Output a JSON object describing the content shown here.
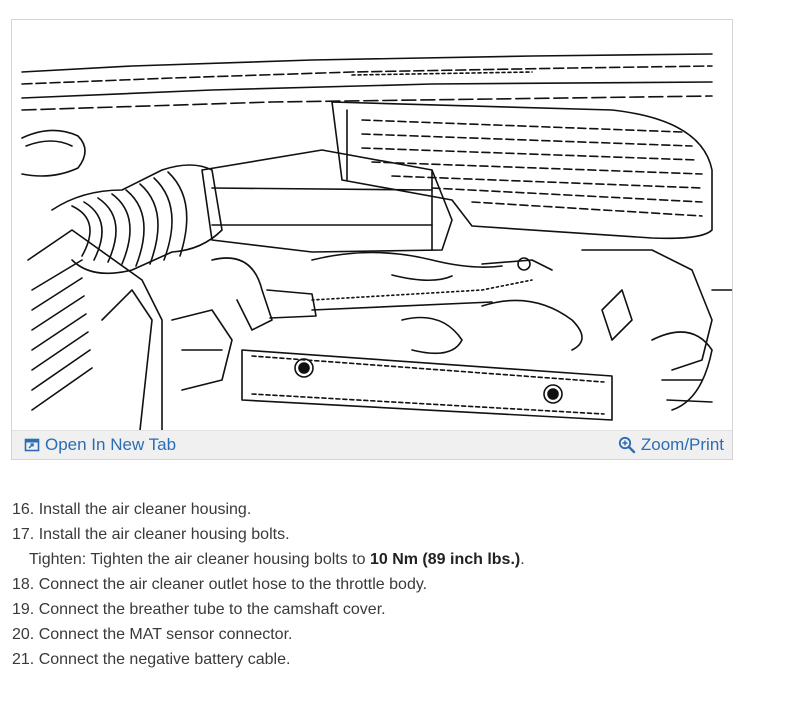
{
  "figure": {
    "open_tab_label": "Open In New Tab",
    "zoom_label": "Zoom/Print",
    "icons": {
      "open_tab": "open-in-new-tab-icon",
      "zoom": "magnifier-icon"
    },
    "link_color": "#2a6db5"
  },
  "steps": [
    {
      "num": "16.",
      "text": "Install the air cleaner housing."
    },
    {
      "num": "17.",
      "text": "Install the air cleaner housing bolts."
    },
    {
      "tighten_prefix": "Tighten: Tighten the air cleaner housing bolts to ",
      "torque": "10 Nm (89 inch lbs.)",
      "suffix": "."
    },
    {
      "num": "18.",
      "text": "Connect the air cleaner outlet hose to the throttle body."
    },
    {
      "num": "19.",
      "text": "Connect the breather tube to the camshaft cover."
    },
    {
      "num": "20.",
      "text": "Connect the MAT sensor connector."
    },
    {
      "num": "21.",
      "text": "Connect the negative battery cable."
    }
  ]
}
